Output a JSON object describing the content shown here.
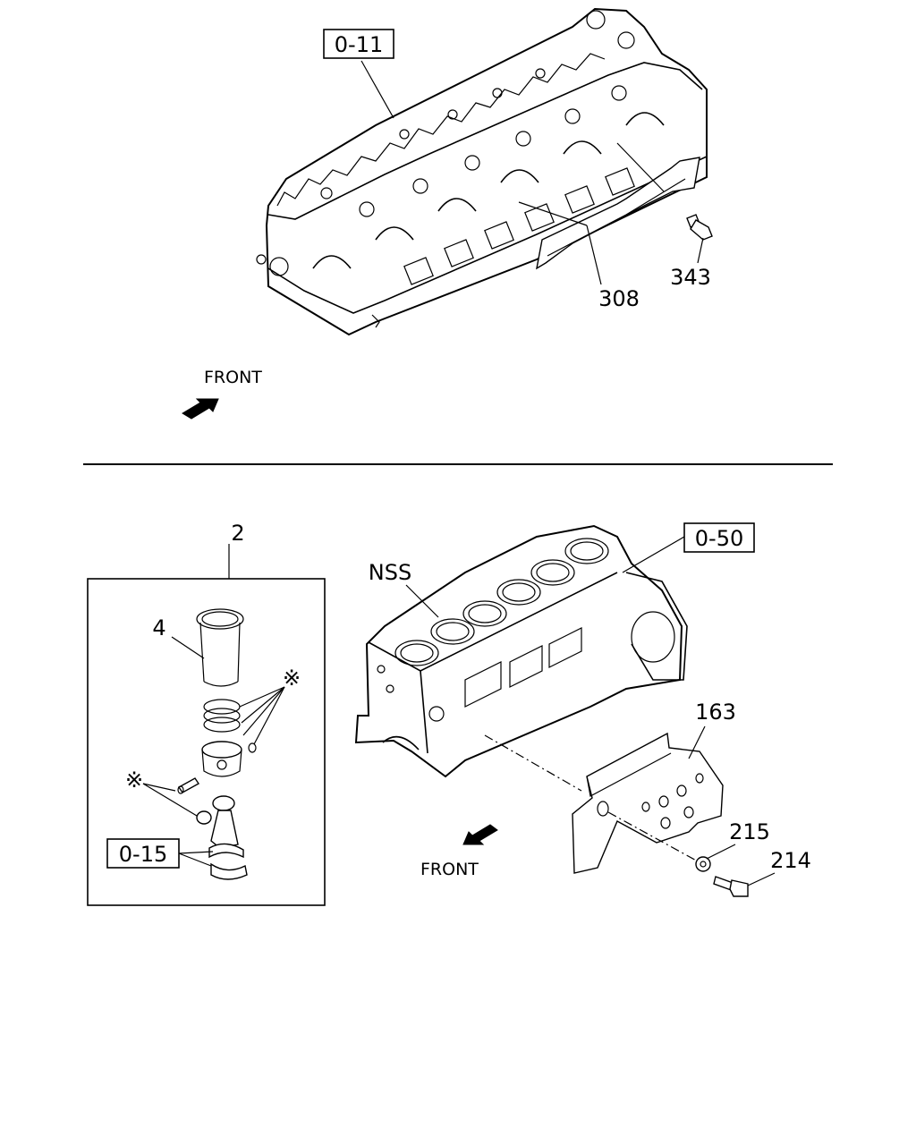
{
  "upper": {
    "ref_box": "0-11",
    "callouts": [
      "308",
      "343"
    ],
    "direction": "FRONT"
  },
  "lower": {
    "ref_box_block": "0-50",
    "ref_box_rod": "0-15",
    "callouts": {
      "kit": "2",
      "liner": "4",
      "nss": "NSS",
      "plate": "163",
      "washer": "215",
      "bolt": "214"
    },
    "note_mark_1": "※",
    "note_mark_2": "※",
    "direction": "FRONT"
  }
}
